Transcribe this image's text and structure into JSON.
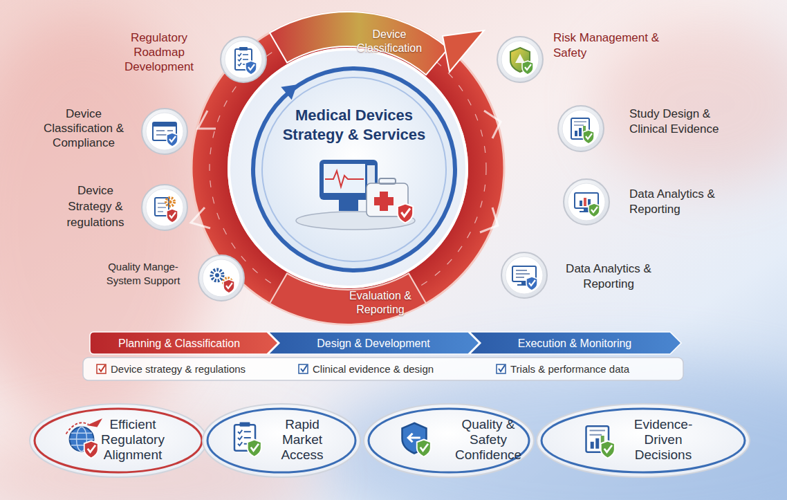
{
  "diagram": {
    "nodes": [
      {
        "text": [
          "Medical Devices Strategy & Services"
        ]
      },
      {
        "text": [
          "Regulatory Roadmap Development"
        ]
      },
      {
        "text": [
          "Device Classification & Compliance"
        ]
      },
      {
        "text": [
          "Device Strategy & regulations"
        ]
      },
      {
        "text": [
          "Quality Mange- System Support"
        ]
      },
      {
        "text": [
          "Risk Management & Safety"
        ]
      },
      {
        "text": [
          "Study Design & Clinical Evidence"
        ]
      },
      {
        "text": [
          "Data Analytics & Reporting"
        ]
      },
      {
        "text": [
          "Data Analytics & Reporting"
        ]
      },
      {
        "text": [
          "Planning & Classification"
        ]
      },
      {
        "text": [
          "Design & Development"
        ]
      },
      {
        "text": [
          "Execution & Monitoring"
        ]
      },
      {
        "text": [
          "Device strategy & regulations",
          "Clinical evidence & design",
          "Trials & performance data"
        ]
      },
      {
        "text": [
          "Efficient Regulatory Alignment"
        ]
      },
      {
        "text": [
          "Rapid Market Access"
        ]
      },
      {
        "text": [
          "Quality & Safety Confidence"
        ]
      },
      {
        "text": [
          "Evidence- Driven Decisions"
        ]
      }
    ],
    "labels": [
      "Device Classification",
      "Evaluation & Reporting"
    ]
  }
}
